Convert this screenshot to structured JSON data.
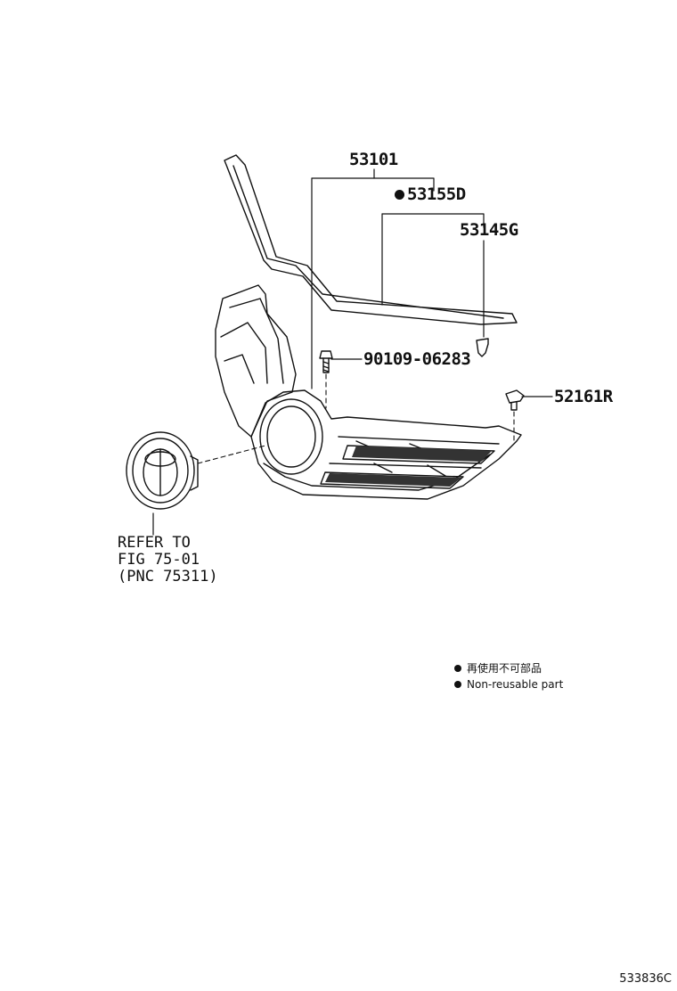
{
  "parts": {
    "p53101": "53101",
    "p53155d": "53155D",
    "p53145g": "53145G",
    "p90109": "90109-06283",
    "p52161r": "52161R"
  },
  "reference": {
    "line1": "REFER TO",
    "line2": "FIG 75-01",
    "line3": "(PNC 75311)"
  },
  "legend": {
    "japanese": "再使用不可部品",
    "english": "Non-reusable part"
  },
  "illustration_code": "533836C"
}
